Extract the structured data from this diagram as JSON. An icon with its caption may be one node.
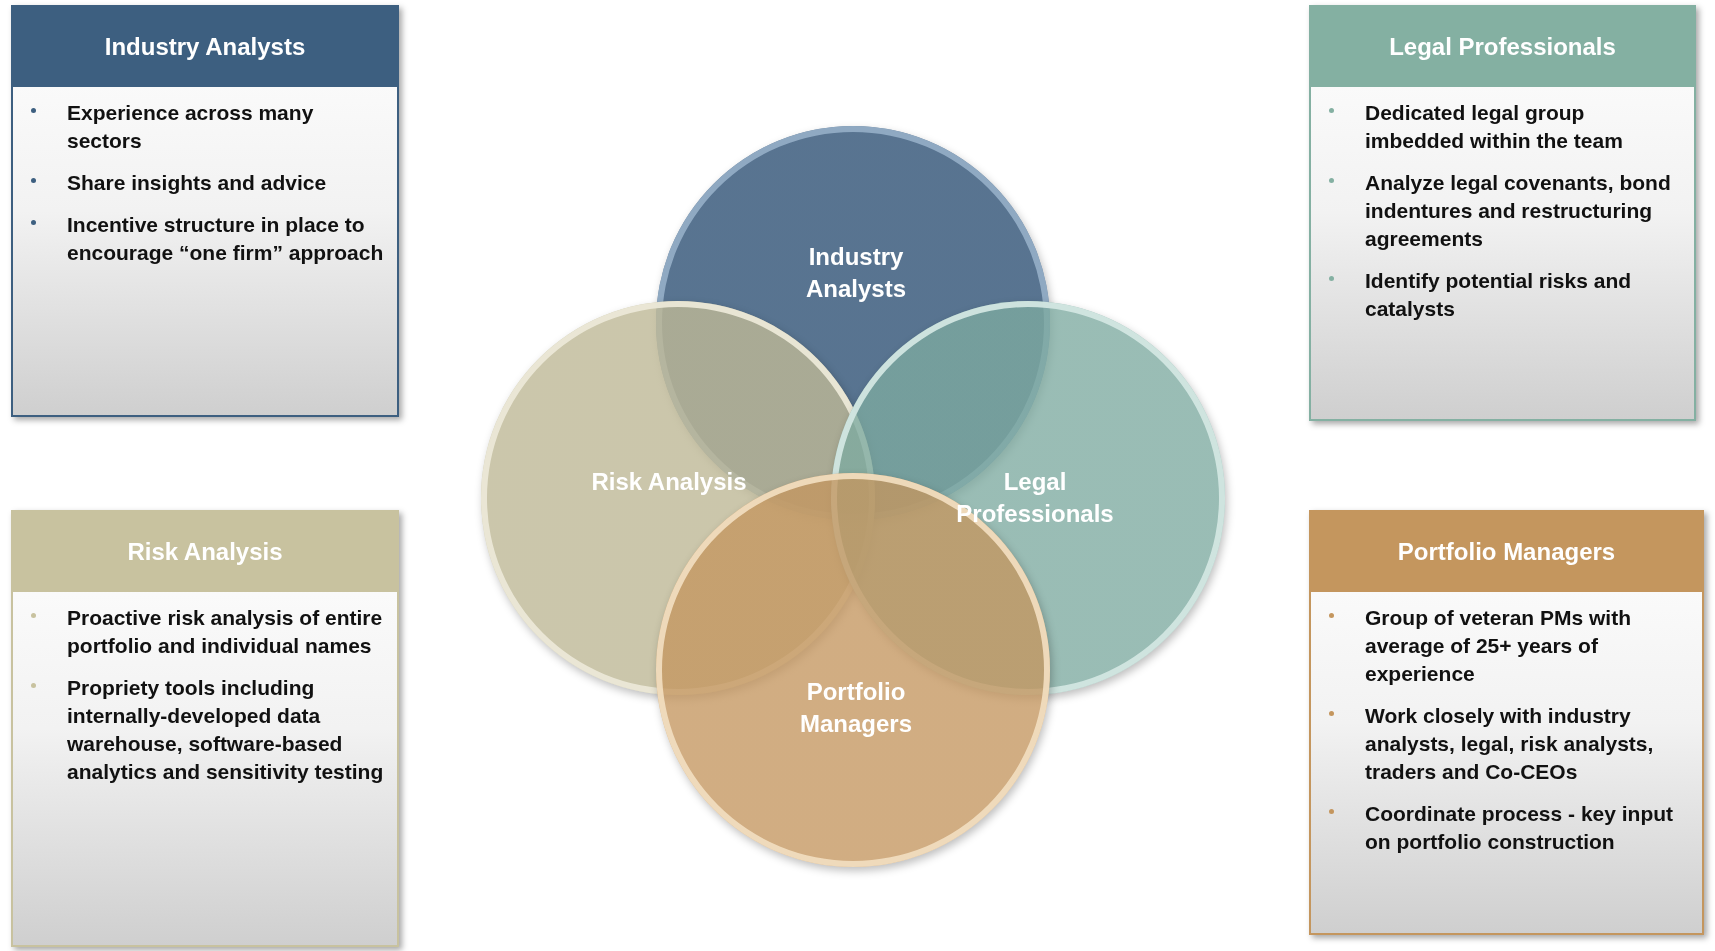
{
  "diagram": {
    "nodes": [
      {
        "text": [
          "Industry Analysts",
          "Experience across many sectors",
          "Share insights and advice",
          "Incentive structure in place to encourage “one firm” approach"
        ]
      },
      {
        "text": [
          "Legal Professionals",
          "Dedicated legal group imbedded within the team",
          "Analyze legal covenants, bond indentures and restructuring agreements",
          "Identify potential risks and catalysts"
        ]
      },
      {
        "text": [
          "Industry Analysts"
        ]
      },
      {
        "text": [
          "Risk Analysis"
        ]
      },
      {
        "text": [
          "Legal Professionals"
        ]
      },
      {
        "text": [
          "Portfolio Managers"
        ]
      },
      {
        "text": [
          "Risk Analysis",
          "Proactive risk analysis of entire portfolio and individual names",
          "Propriety tools including internally-developed data warehouse, software-based analytics and sensitivity testing"
        ]
      },
      {
        "text": [
          "Portfolio Managers",
          "Group of veteran PMs with average of 25+ years of experience",
          "Work closely with industry analysts, legal, risk analysts, traders and Co-CEOs",
          "Coordinate process - key input on portfolio construction"
        ]
      }
    ],
    "edges": []
  }
}
